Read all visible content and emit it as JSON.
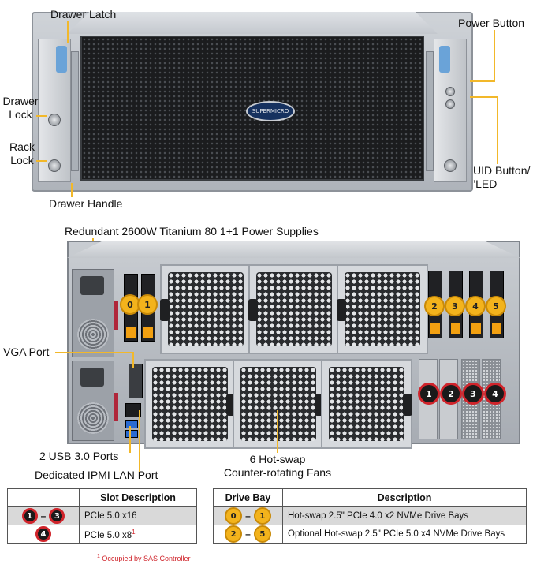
{
  "front": {
    "callouts": {
      "drawer_latch": "Drawer Latch",
      "drawer_lock_line1": "Drawer",
      "drawer_lock_line2": "Lock",
      "rack_lock_line1": "Rack",
      "rack_lock_line2": "Lock",
      "drawer_handle": "Drawer Handle",
      "power_button": "Power Button",
      "uid_line1": "UID Button/",
      "uid_line2": "’LED"
    },
    "logo_text": "SUPERMICRO"
  },
  "rear": {
    "callouts": {
      "power_supplies": "Redundant 2600W Titanium 80 1+1 Power Supplies",
      "vga_port": "VGA Port",
      "usb_ports": "2 USB 3.0 Ports",
      "ipmi_lan": "Dedicated IPMI LAN Port",
      "fans_line1": "6 Hot-swap",
      "fans_line2": "Counter-rotating Fans"
    },
    "drive_bays_left": [
      "0",
      "1"
    ],
    "drive_bays_right": [
      "2",
      "3",
      "4",
      "5"
    ],
    "pcie_slots": [
      "1",
      "2",
      "3",
      "4"
    ]
  },
  "slot_table": {
    "header_blank": "",
    "header": "Slot Description",
    "rows": [
      {
        "from": "1",
        "dash": "–",
        "to": "3",
        "desc": "PCIe 5.0 x16"
      },
      {
        "from": "4",
        "desc": "PCIe 5.0 x8",
        "note_ref": "1"
      }
    ]
  },
  "bay_table": {
    "header_bay": "Drive Bay",
    "header_desc": "Description",
    "rows": [
      {
        "from": "0",
        "dash": "–",
        "to": "1",
        "desc": "Hot-swap 2.5\" PCIe 4.0 x2 NVMe Drive Bays"
      },
      {
        "from": "2",
        "dash": "–",
        "to": "5",
        "desc": "Optional Hot-swap 2.5\" PCIe 5.0 x4 NVMe Drive Bays"
      }
    ]
  },
  "footnote": {
    "ref": "1",
    "text": "Occupied by SAS Controller"
  },
  "colors": {
    "callout_line": "#f2b82a",
    "red_ring": "#d0242b",
    "gold": "#f3b31c",
    "table_shade": "#d9d9d9"
  }
}
